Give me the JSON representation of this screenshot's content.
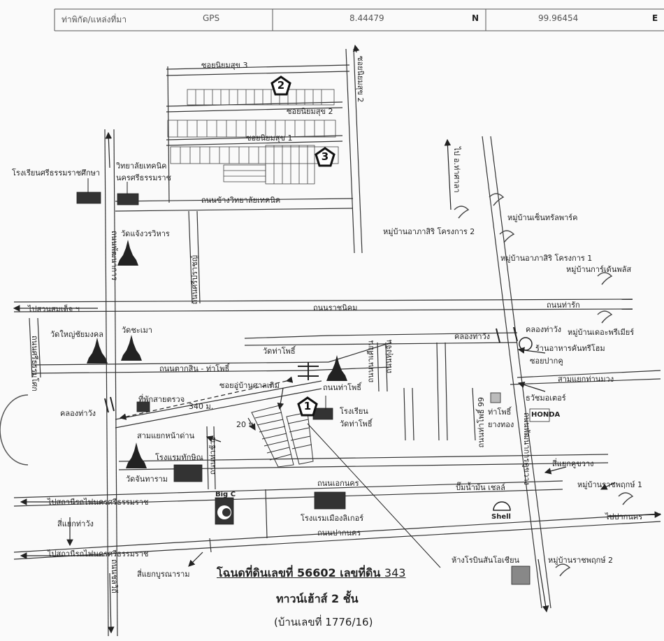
{
  "header": {
    "label": "ท่าพิกัด/แหล่งที่มา",
    "gps_label": "GPS",
    "lat": "8.44479",
    "lat_dir": "N",
    "lon": "99.96454",
    "lon_dir": "E"
  },
  "roads": {
    "soi_niyom_3": "ซอยนิยมสุข 3",
    "soi_niyom_2": "ซอยนิยมสุข 2",
    "soi_niyom_1": "ซอยนิยมสุข 1",
    "soi_2_vertical": "ซอยนิยมสุข 2",
    "college_side_rd": "ถนนข้างวิทยาลัยเทคนิค",
    "ratchanikhom_rd": "ถนนราชนิคม",
    "taksin_thaphosri_rd": "ถนนตากสิน - ท่าโพธิ์",
    "thaphosri_rd": "ถนนท่าโพธิ์",
    "ekkanakhon_rd": "ถนนเอกนคร",
    "pakkanakhon_rd": "ถนนปากนคร",
    "soi_baan_kala": "ซอยอู่บ้านศาลเดิม",
    "tha_rak_rd": "ถนนท่ารัก",
    "soi_pak_khu": "ซอยปากคู",
    "west_vertical_road": "ถนนพัฒนาการ",
    "main_vertical_road": "ถนนพัฒนาการคูขวาง",
    "left_vertical_road": "ถนนชลวิถี",
    "to_ao_kaew": "ไป อ.ท่าศาลา",
    "to_suan_somdet": "ไปสวนสมเด็จ ฯ",
    "to_train_1": "ไปสถานีรถไฟนครศรีธรรมราช",
    "to_train_2": "ไปสถานีรถไฟนครศรีธรรมราช",
    "to_pak_nakhon": "ไปปากนคร",
    "canal_tha_wang_1": "คลองท่าวัง",
    "canal_tha_wang_2": "คลองท่าวัง",
    "canal_tha_wang_3": "คลองท่าวัง",
    "small_road_a": "ถนนศรีปราชญ์",
    "small_road_b": "ถนนศรีธรรมโศก",
    "small_road_c": "ถนนท่าช้าง",
    "small_road_d": "ถนนนาเคียน",
    "small_road_e": "ถนนทุ่งจีน",
    "small_road_f": "ถนนท่าโพธิ์ 99"
  },
  "places": {
    "school_sri": "โรงเรียนศรีธรรมราชศึกษา",
    "tech_college_1": "วิทยาลัยเทคนิค",
    "tech_college_2": "นครศรีธรรมราช",
    "wat_chaeng": "วัดแจ้งวรวิหาร",
    "wat_yai": "วัดใหญ่ชัยมงคล",
    "wat_chamao": "วัดชะเมา",
    "wat_thaphosri": "วัดท่าโพธิ์",
    "school_thaphosri_1": "โรงเรียน",
    "school_thaphosri_2": "วัดท่าโพธิ์",
    "police_post": "ที่พักสายตรวจ",
    "sam_yaek_na_dan": "สามแยกหน้าด่าน",
    "hotel_thaksin": "โรงแรมทักษิณ",
    "wat_chanthararam": "วัดจันทาราม",
    "hotel_mueang_ligor": "โรงแรมเมืองลิเกอร์",
    "shell_station": "ปั๊มน้ำมัน เชลล์",
    "shell_logo_text": "Shell",
    "robinson": "ห้างโรบินสันโอเชียน",
    "big_c": "Big C",
    "village_arsiri_2": "หมู่บ้านอาภาสิริ โครงการ 2",
    "village_shine": "หมู่บ้านเซ็นทรัลพาร์ค",
    "village_arsiri_1": "หมู่บ้านอาภาสิริ โครงการ 1",
    "village_garden": "หมู่บ้านการ์เด้นพลัส",
    "village_pride": "หมู่บ้านเดอะพรีเมียร์",
    "restaurant": "ร้านอาหารคันทรีโฮม",
    "sam_yaek_tha_muang": "สามแยกท่านมวง",
    "honda": "ธวัชมอเตอร์",
    "honda_logo": "HONDA",
    "tha_phosri_yang_thong_1": "ท่าโพธิ์",
    "tha_phosri_yang_thong_2": "ยางทอง",
    "si_yaek_khu_khwang": "สี่แยกคูขวาง",
    "village_ratchaphruek_1": "หมู่บ้านราชพฤกษ์ 1",
    "village_ratchaphruek_2": "หมู่บ้านราชพฤกษ์ 2",
    "si_yaek_tha_wang": "สี่แยกท่าวัง",
    "si_yaek_boonnaram": "สี่แยกบูรณาราม"
  },
  "distances": {
    "d340": "340 ม.",
    "d20": "20 ม."
  },
  "markers": {
    "m1": "1",
    "m2": "2",
    "m3": "3"
  },
  "title": {
    "line1_prefix": "โฉนดที่ดินเลขที่ 56602 เลขที่ดิน",
    "line1_num": "343",
    "line2": "ทาวน์เฮ้าส์ 2 ชั้น",
    "line3": "(บ้านเลขที่ 1776/16)"
  }
}
